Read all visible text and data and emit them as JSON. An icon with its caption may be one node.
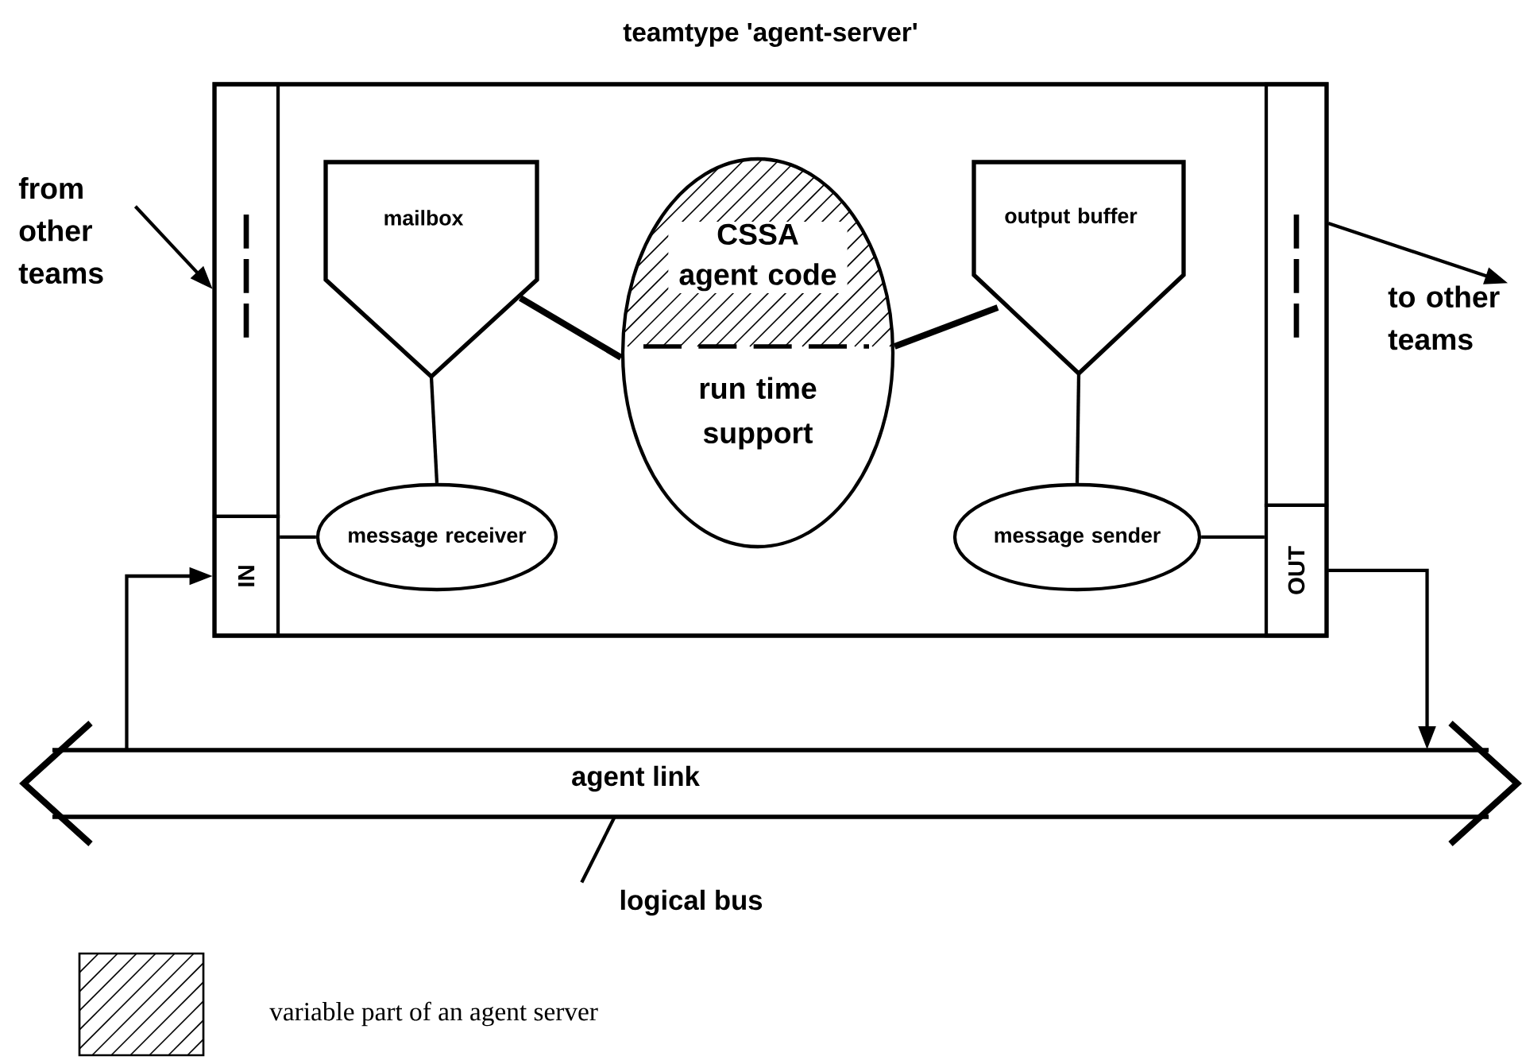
{
  "diagram": {
    "nodes": [
      {
        "text": [
          "teamtype 'agent-server'"
        ]
      },
      {
        "text": [],
        "shape": "bar",
        "in": 0
      },
      {
        "text": [
          "IN"
        ],
        "in": 0
      },
      {
        "text": [],
        "shape": "bar",
        "in": 0
      },
      {
        "text": [
          "OUT"
        ],
        "in": 0
      },
      {
        "text": [
          "mailbox"
        ],
        "in": 0
      },
      {
        "text": [
          "CSSA agent code",
          "run time support"
        ],
        "in": 0
      },
      {
        "text": [
          "output buffer"
        ],
        "in": 0
      },
      {
        "text": [
          "message receiver"
        ],
        "in": 0
      },
      {
        "text": [
          "message sender"
        ],
        "in": 0
      },
      {
        "text": [
          "from other teams"
        ]
      },
      {
        "text": [
          "to other teams"
        ]
      },
      {
        "text": [
          "agent link"
        ]
      },
      {
        "text": [
          "logical bus"
        ]
      }
    ],
    "edges": [
      {
        "from": 10,
        "to": 1,
        "arrow": "to"
      },
      {
        "from": 3,
        "to": 11,
        "arrow": "to"
      },
      {
        "from": 12,
        "to": 2,
        "arrow": "to"
      },
      {
        "from": 4,
        "to": 12,
        "arrow": "to"
      },
      {
        "from": 2,
        "to": 8,
        "arrow": "none"
      },
      {
        "from": 8,
        "to": 5,
        "arrow": "none"
      },
      {
        "from": 5,
        "to": 6,
        "arrow": "none",
        "style": "thick"
      },
      {
        "from": 6,
        "to": 7,
        "arrow": "none",
        "style": "thick"
      },
      {
        "from": 7,
        "to": 9,
        "arrow": "none"
      },
      {
        "from": 9,
        "to": 4,
        "arrow": "none"
      },
      {
        "from": 13,
        "to": 12,
        "arrow": "none"
      }
    ],
    "legend": [
      {
        "text": "variable part of an agent server"
      }
    ]
  }
}
